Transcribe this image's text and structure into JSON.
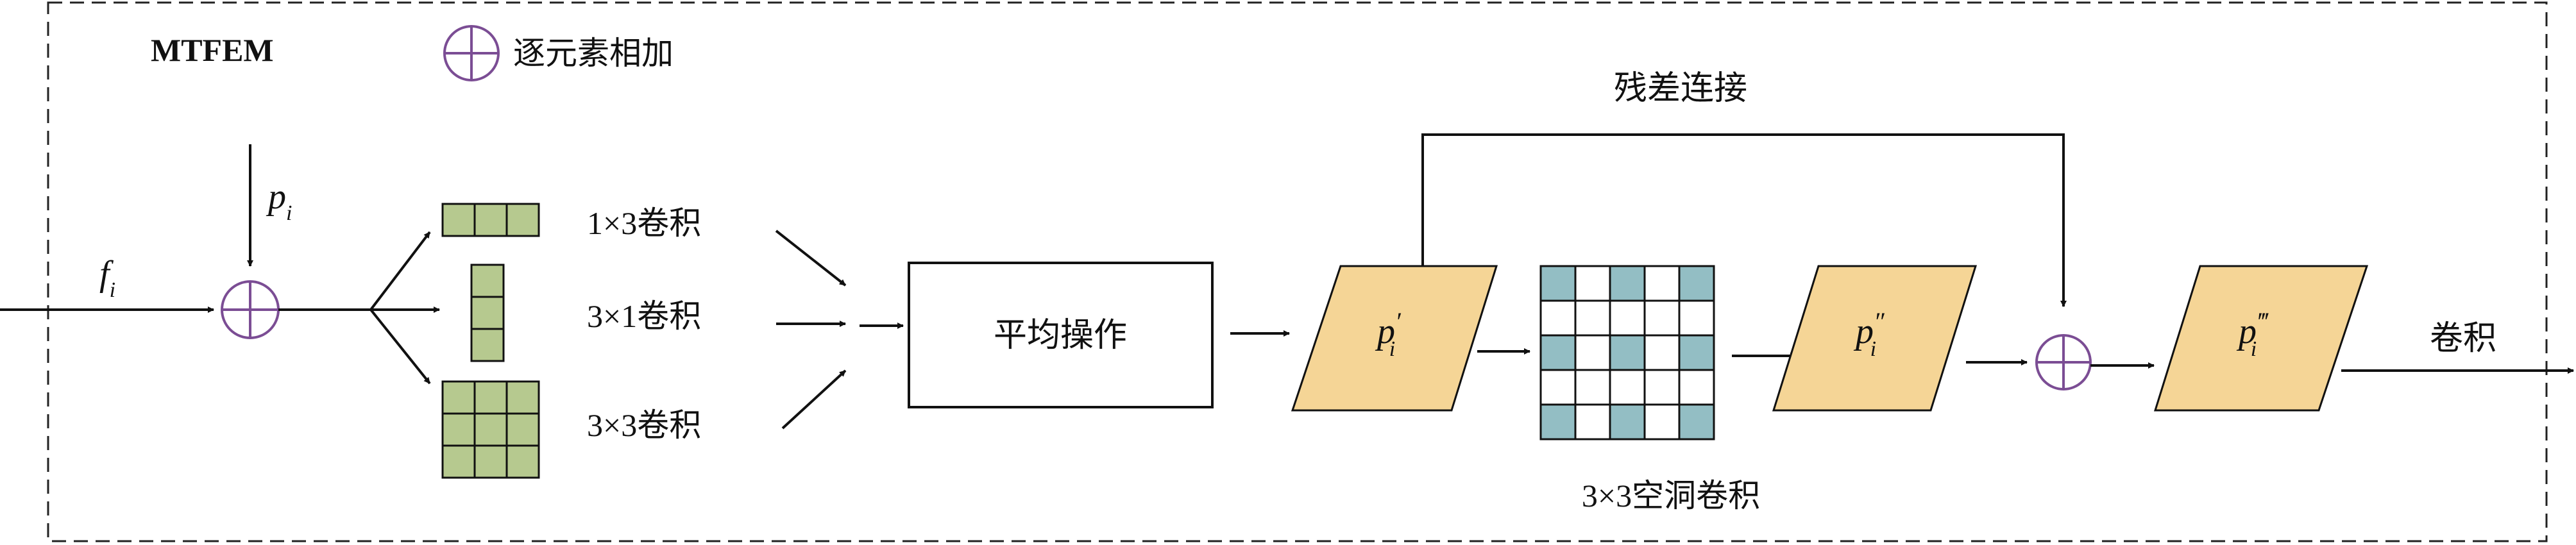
{
  "module_title": "MTFEM",
  "legend": {
    "symbol": "circle-plus-icon",
    "label": "逐元素相加"
  },
  "inputs": {
    "f": {
      "base": "f",
      "sub": "i"
    },
    "p": {
      "base": "p",
      "sub": "i"
    }
  },
  "branches": [
    {
      "kernel": "1×3卷积",
      "rows": 1,
      "cols": 3
    },
    {
      "kernel": "3×1卷积",
      "rows": 3,
      "cols": 1
    },
    {
      "kernel": "3×3卷积",
      "rows": 3,
      "cols": 3
    }
  ],
  "average_box": {
    "label": "平均操作"
  },
  "features": [
    {
      "base": "p",
      "sub": "i",
      "primes": "′"
    },
    {
      "base": "p",
      "sub": "i",
      "primes": "″"
    },
    {
      "base": "p",
      "sub": "i",
      "primes": "‴"
    }
  ],
  "dilated_conv": {
    "label": "3×3空洞卷积",
    "grid_size": 5,
    "filled_cells": [
      [
        0,
        1
      ],
      [
        0,
        3
      ],
      [
        2,
        1
      ],
      [
        2,
        3
      ],
      [
        4,
        1
      ],
      [
        4,
        3
      ],
      [
        0,
        0
      ],
      [
        2,
        0
      ],
      [
        4,
        0
      ],
      [
        0,
        2
      ],
      [
        2,
        2
      ],
      [
        4,
        2
      ]
    ]
  },
  "residual": {
    "label": "残差连接"
  },
  "output": {
    "label": "卷积"
  },
  "colors": {
    "grid_fill": "#b6c98f",
    "feature_fill": "#f5d596",
    "dilated_fill": "#93bec4",
    "plus_stroke": "#7b4d94",
    "line": "#111111"
  }
}
